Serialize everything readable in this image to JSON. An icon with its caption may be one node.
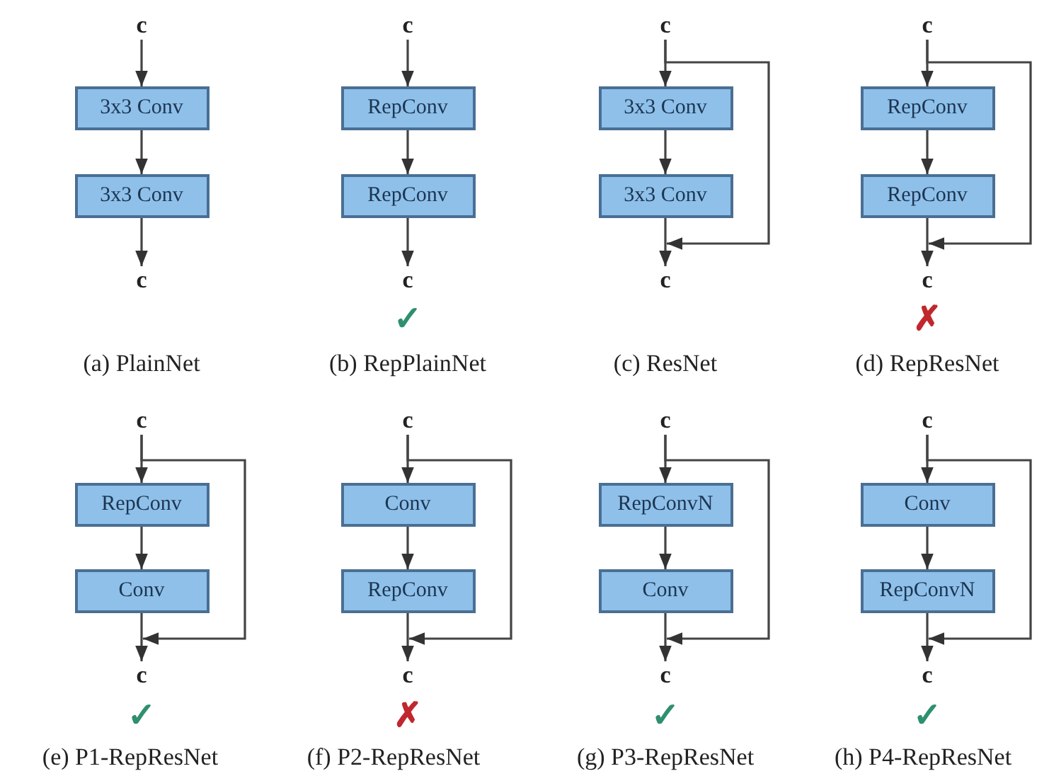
{
  "diagram": {
    "nodes": [
      {
        "text": [
          "c"
        ]
      },
      {
        "text": [
          "3x3 Conv"
        ]
      },
      {
        "text": [
          "3x3 Conv"
        ]
      },
      {
        "text": [
          "c"
        ]
      },
      {
        "text": [
          "c"
        ]
      },
      {
        "text": [
          "RepConv"
        ]
      },
      {
        "text": [
          "RepConv"
        ]
      },
      {
        "text": [
          "c"
        ]
      },
      {
        "text": [
          "c"
        ]
      },
      {
        "text": [
          "3x3 Conv"
        ]
      },
      {
        "text": [
          "3x3 Conv"
        ]
      },
      {
        "text": [
          "c"
        ]
      },
      {
        "text": [
          "c"
        ]
      },
      {
        "text": [
          "RepConv"
        ]
      },
      {
        "text": [
          "RepConv"
        ]
      },
      {
        "text": [
          "c"
        ]
      },
      {
        "text": [
          "c"
        ]
      },
      {
        "text": [
          "RepConv"
        ]
      },
      {
        "text": [
          "Conv"
        ]
      },
      {
        "text": [
          "c"
        ]
      },
      {
        "text": [
          "c"
        ]
      },
      {
        "text": [
          "Conv"
        ]
      },
      {
        "text": [
          "RepConv"
        ]
      },
      {
        "text": [
          "c"
        ]
      },
      {
        "text": [
          "c"
        ]
      },
      {
        "text": [
          "RepConvN"
        ]
      },
      {
        "text": [
          "Conv"
        ]
      },
      {
        "text": [
          "c"
        ]
      },
      {
        "text": [
          "c"
        ]
      },
      {
        "text": [
          "Conv"
        ]
      },
      {
        "text": [
          "RepConvN"
        ]
      },
      {
        "text": [
          "c"
        ]
      }
    ],
    "edges": [
      {
        "from": 0,
        "to": 1,
        "arrow": "to"
      },
      {
        "from": 1,
        "to": 2,
        "arrow": "to"
      },
      {
        "from": 2,
        "to": 3,
        "arrow": "to"
      },
      {
        "from": 4,
        "to": 5,
        "arrow": "to"
      },
      {
        "from": 5,
        "to": 6,
        "arrow": "to"
      },
      {
        "from": 6,
        "to": 7,
        "arrow": "to"
      },
      {
        "from": 8,
        "to": 9,
        "arrow": "to"
      },
      {
        "from": 9,
        "to": 10,
        "arrow": "to"
      },
      {
        "from": 10,
        "to": 11,
        "arrow": "to"
      },
      {
        "from": 8,
        "to": 11,
        "arrow": "to"
      },
      {
        "from": 12,
        "to": 13,
        "arrow": "to"
      },
      {
        "from": 13,
        "to": 14,
        "arrow": "to"
      },
      {
        "from": 14,
        "to": 15,
        "arrow": "to"
      },
      {
        "from": 12,
        "to": 15,
        "arrow": "to"
      },
      {
        "from": 16,
        "to": 17,
        "arrow": "to"
      },
      {
        "from": 17,
        "to": 18,
        "arrow": "to"
      },
      {
        "from": 18,
        "to": 19,
        "arrow": "to"
      },
      {
        "from": 16,
        "to": 19,
        "arrow": "to"
      },
      {
        "from": 20,
        "to": 21,
        "arrow": "to"
      },
      {
        "from": 21,
        "to": 22,
        "arrow": "to"
      },
      {
        "from": 22,
        "to": 23,
        "arrow": "to"
      },
      {
        "from": 20,
        "to": 23,
        "arrow": "to"
      },
      {
        "from": 24,
        "to": 25,
        "arrow": "to"
      },
      {
        "from": 25,
        "to": 26,
        "arrow": "to"
      },
      {
        "from": 26,
        "to": 27,
        "arrow": "to"
      },
      {
        "from": 24,
        "to": 27,
        "arrow": "to"
      },
      {
        "from": 28,
        "to": 29,
        "arrow": "to"
      },
      {
        "from": 29,
        "to": 30,
        "arrow": "to"
      },
      {
        "from": 30,
        "to": 31,
        "arrow": "to"
      },
      {
        "from": 28,
        "to": 31,
        "arrow": "to"
      }
    ],
    "labels": [
      "✓",
      "✗",
      "(a) PlainNet",
      "(b) RepPlainNet",
      "(c) ResNet",
      "(d) RepResNet",
      "✓",
      "✗",
      "✓",
      "✓",
      "(e) P1-RepResNet",
      "(f) P2-RepResNet",
      "(g) P3-RepResNet",
      "(h) P4-RepResNet"
    ]
  }
}
